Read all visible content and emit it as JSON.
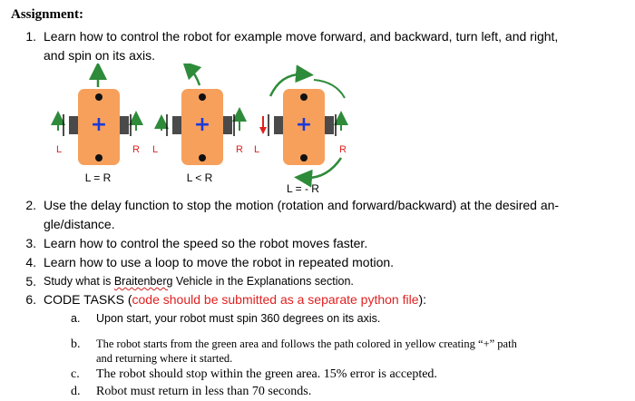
{
  "heading": "Assignment:",
  "item1": {
    "num": "1.",
    "line1": "Learn how to control the robot for example move forward, and backward, turn left, and right,",
    "line2": "and spin on its axis."
  },
  "diagram": {
    "robots": [
      {
        "left_label": "L",
        "right_label": "R",
        "caption": "L = R"
      },
      {
        "left_label": "L",
        "right_label": "R",
        "caption": "L < R"
      },
      {
        "left_label": "L",
        "right_label": "R",
        "caption": "L = - R"
      }
    ],
    "colors": {
      "body": "#f6a05c",
      "wheel": "#4a4a4a",
      "plus": "#1a3ad8",
      "arrow": "#2e8b3a",
      "reverse": "#e02020"
    }
  },
  "item2": {
    "num": "2.",
    "line1": "Use the delay function to stop the motion (rotation and forward/backward) at the desired an-",
    "line2": "gle/distance."
  },
  "item3": {
    "num": "3.",
    "text": "Learn how to control the speed so the robot moves faster."
  },
  "item4": {
    "num": "4.",
    "text": "Learn how to use a loop to move the robot in repeated motion."
  },
  "item5": {
    "num": "5.",
    "pre": "Study what is ",
    "underlined": "Braitenberg",
    "post": " Vehicle in the Explanations section."
  },
  "item6": {
    "num": "6.",
    "pre": "CODE TASKS (",
    "red": "code should be submitted as a separate python file",
    "post": "):"
  },
  "subitems": {
    "a": {
      "label": "a.",
      "text": "Upon start, your robot must spin 360 degrees on its axis."
    },
    "b": {
      "label": "b.",
      "line1": "The robot starts from the green area and follows the path colored in yellow creating “+” path",
      "line2": "and returning where it started."
    },
    "c": {
      "label": "c.",
      "text": "The robot should stop within the green area. 15% error is accepted."
    },
    "d": {
      "label": "d.",
      "text": "Robot must return in less than 70 seconds."
    }
  }
}
